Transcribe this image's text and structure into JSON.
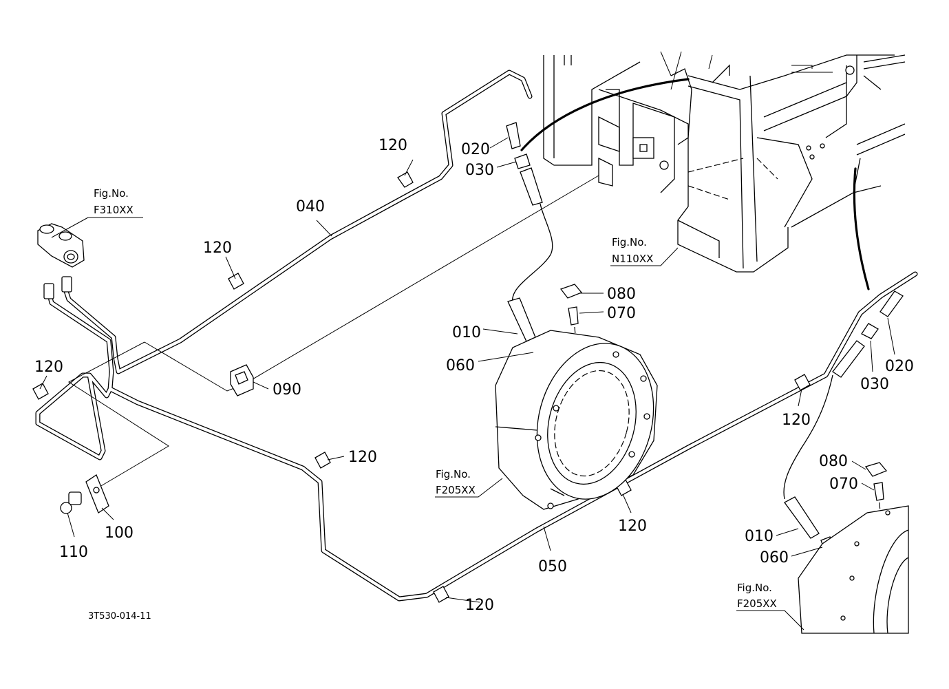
{
  "figure_code": "3T530-014-11",
  "callouts": [
    {
      "id": "c010a",
      "text": "010"
    },
    {
      "id": "c010b",
      "text": "010"
    },
    {
      "id": "c020a",
      "text": "020"
    },
    {
      "id": "c020b",
      "text": "020"
    },
    {
      "id": "c030a",
      "text": "030"
    },
    {
      "id": "c030b",
      "text": "030"
    },
    {
      "id": "c040",
      "text": "040"
    },
    {
      "id": "c050",
      "text": "050"
    },
    {
      "id": "c060a",
      "text": "060"
    },
    {
      "id": "c060b",
      "text": "060"
    },
    {
      "id": "c070a",
      "text": "070"
    },
    {
      "id": "c070b",
      "text": "070"
    },
    {
      "id": "c080a",
      "text": "080"
    },
    {
      "id": "c080b",
      "text": "080"
    },
    {
      "id": "c090",
      "text": "090"
    },
    {
      "id": "c100",
      "text": "100"
    },
    {
      "id": "c110",
      "text": "110"
    },
    {
      "id": "c120a",
      "text": "120"
    },
    {
      "id": "c120b",
      "text": "120"
    },
    {
      "id": "c120c",
      "text": "120"
    },
    {
      "id": "c120d",
      "text": "120"
    },
    {
      "id": "c120e",
      "text": "120"
    },
    {
      "id": "c120f",
      "text": "120"
    },
    {
      "id": "c120g",
      "text": "120"
    }
  ],
  "figure_refs": [
    {
      "id": "f310",
      "prefix": "Fig.No.",
      "number": "F310XX"
    },
    {
      "id": "n110",
      "prefix": "Fig.No.",
      "number": "N110XX"
    },
    {
      "id": "f205a",
      "prefix": "Fig.No.",
      "number": "F205XX"
    },
    {
      "id": "f205b",
      "prefix": "Fig.No.",
      "number": "F205XX"
    }
  ]
}
